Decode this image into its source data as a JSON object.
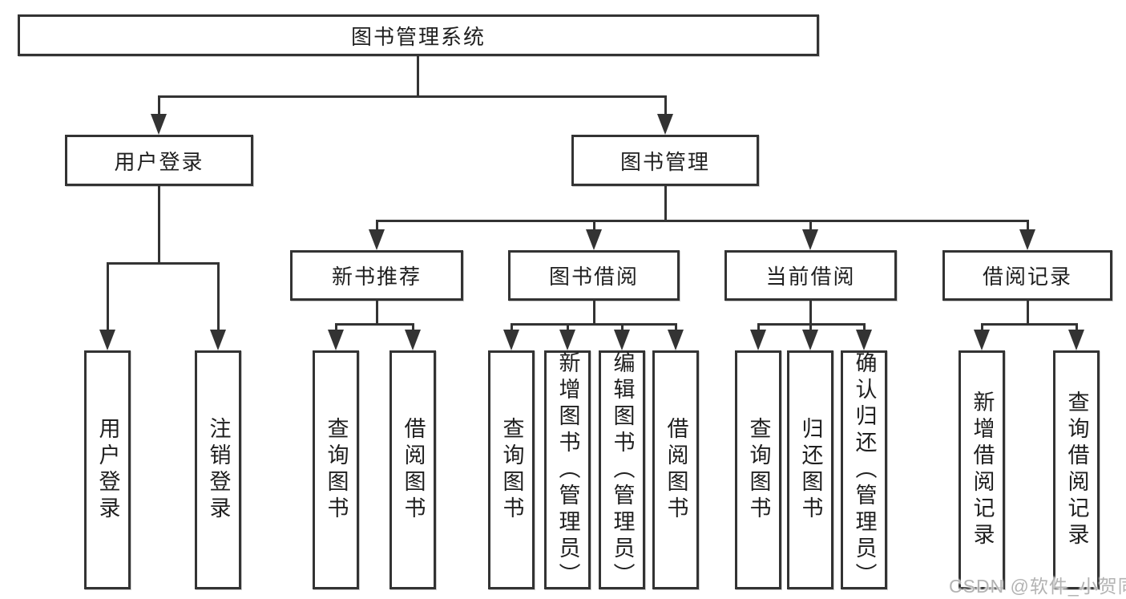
{
  "diagram": {
    "type": "hierarchy-tree",
    "direction": "top-down"
  },
  "tree": {
    "label": "图书管理系统",
    "children": [
      {
        "label": "用户登录",
        "children": [
          {
            "label": "用户登录"
          },
          {
            "label": "注销登录"
          }
        ]
      },
      {
        "label": "图书管理",
        "children": [
          {
            "label": "新书推荐",
            "children": [
              {
                "label": "查询图书"
              },
              {
                "label": "借阅图书"
              }
            ]
          },
          {
            "label": "图书借阅",
            "children": [
              {
                "label": "查询图书"
              },
              {
                "label": "新增图书（管理员）"
              },
              {
                "label": "编辑图书（管理员）"
              },
              {
                "label": "借阅图书"
              }
            ]
          },
          {
            "label": "当前借阅",
            "children": [
              {
                "label": "查询图书"
              },
              {
                "label": "归还图书"
              },
              {
                "label": "确认归还（管理员）"
              }
            ]
          },
          {
            "label": "借阅记录",
            "children": [
              {
                "label": "新增借阅记录"
              },
              {
                "label": "查询借阅记录"
              }
            ]
          }
        ]
      }
    ]
  },
  "watermark": "CSDN @软件_小贺同学",
  "colors": {
    "line": "#333333",
    "text": "#1f1f1f",
    "watermark": "#b3b3b3",
    "background": "#ffffff"
  }
}
